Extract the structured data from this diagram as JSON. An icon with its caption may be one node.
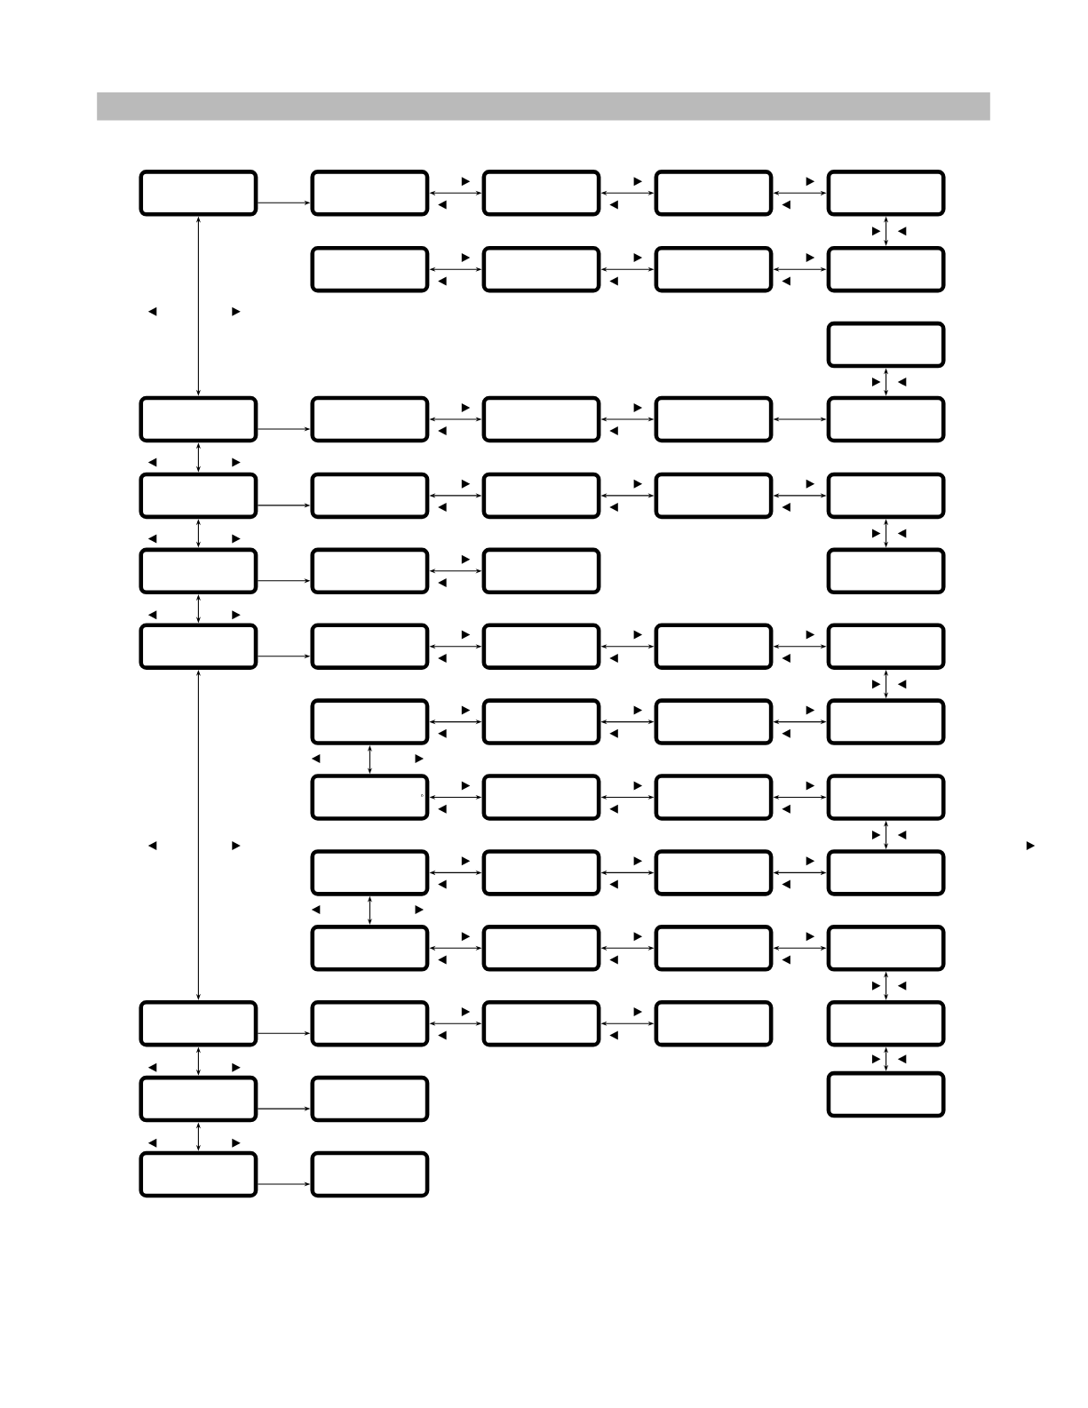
{
  "diagram": {
    "nodes": [
      {
        "text": [],
        "shape": "box"
      },
      {
        "text": [],
        "shape": "box"
      },
      {
        "text": [],
        "shape": "box"
      },
      {
        "text": [],
        "shape": "box"
      },
      {
        "text": [],
        "shape": "box"
      },
      {
        "text": [],
        "shape": "box"
      },
      {
        "text": [],
        "shape": "box"
      },
      {
        "text": [],
        "shape": "box"
      },
      {
        "text": [],
        "shape": "box"
      },
      {
        "text": [],
        "shape": "box"
      },
      {
        "text": [],
        "shape": "box"
      },
      {
        "text": [],
        "shape": "box"
      },
      {
        "text": [],
        "shape": "box"
      },
      {
        "text": [],
        "shape": "box"
      },
      {
        "text": [],
        "shape": "box"
      },
      {
        "text": [],
        "shape": "box"
      },
      {
        "text": [],
        "shape": "box"
      },
      {
        "text": [],
        "shape": "box"
      },
      {
        "text": [],
        "shape": "box"
      },
      {
        "text": [],
        "shape": "box"
      },
      {
        "text": [],
        "shape": "box"
      },
      {
        "text": [],
        "shape": "box"
      },
      {
        "text": [],
        "shape": "box"
      },
      {
        "text": [],
        "shape": "box"
      },
      {
        "text": [],
        "shape": "box"
      },
      {
        "text": [],
        "shape": "box"
      },
      {
        "text": [],
        "shape": "box"
      },
      {
        "text": [],
        "shape": "box"
      },
      {
        "text": [],
        "shape": "box"
      },
      {
        "text": [],
        "shape": "box"
      },
      {
        "text": [],
        "shape": "box"
      },
      {
        "text": [],
        "shape": "box"
      },
      {
        "text": [],
        "shape": "box"
      },
      {
        "text": [
          "°"
        ]
      },
      {
        "text": [],
        "shape": "box"
      },
      {
        "text": [],
        "shape": "box"
      },
      {
        "text": [],
        "shape": "box"
      },
      {
        "text": [],
        "shape": "box"
      },
      {
        "text": [],
        "shape": "box"
      },
      {
        "text": [],
        "shape": "box"
      },
      {
        "text": [],
        "shape": "box"
      },
      {
        "text": [],
        "shape": "box"
      },
      {
        "text": [],
        "shape": "box"
      },
      {
        "text": [],
        "shape": "box"
      },
      {
        "text": [],
        "shape": "box"
      },
      {
        "text": [],
        "shape": "box"
      },
      {
        "text": [],
        "shape": "box"
      },
      {
        "text": [],
        "shape": "box"
      },
      {
        "text": [],
        "shape": "box"
      },
      {
        "text": [],
        "shape": "box"
      },
      {
        "text": [],
        "shape": "box"
      },
      {
        "text": [],
        "shape": "box"
      },
      {
        "text": [],
        "shape": "box"
      },
      {
        "text": [],
        "shape": "box"
      },
      {
        "text": [],
        "shape": "box"
      }
    ],
    "edges": [
      {
        "from": 0,
        "to": 1,
        "arrow": "to"
      },
      {
        "from": 1,
        "to": 2,
        "arrow": "both"
      },
      {
        "from": 2,
        "to": 3,
        "arrow": "both"
      },
      {
        "from": 3,
        "to": 4,
        "arrow": "both"
      },
      {
        "from": 4,
        "to": 8,
        "arrow": "both"
      },
      {
        "from": 5,
        "to": 6,
        "arrow": "both"
      },
      {
        "from": 6,
        "to": 7,
        "arrow": "both"
      },
      {
        "from": 7,
        "to": 8,
        "arrow": "both"
      },
      {
        "from": 9,
        "to": 14,
        "arrow": "both"
      },
      {
        "from": 0,
        "to": 10,
        "arrow": "both"
      },
      {
        "from": 10,
        "to": 15,
        "arrow": "both"
      },
      {
        "from": 15,
        "to": 20,
        "arrow": "both"
      },
      {
        "from": 20,
        "to": 24,
        "arrow": "both"
      },
      {
        "from": 24,
        "to": 45,
        "arrow": "both"
      },
      {
        "from": 45,
        "to": 50,
        "arrow": "both"
      },
      {
        "from": 50,
        "to": 53,
        "arrow": "both"
      },
      {
        "from": 10,
        "to": 11,
        "arrow": "to"
      },
      {
        "from": 11,
        "to": 12,
        "arrow": "both"
      },
      {
        "from": 12,
        "to": 13,
        "arrow": "both"
      },
      {
        "from": 13,
        "to": 14,
        "arrow": "both"
      },
      {
        "from": 15,
        "to": 16,
        "arrow": "to"
      },
      {
        "from": 16,
        "to": 17,
        "arrow": "both"
      },
      {
        "from": 17,
        "to": 18,
        "arrow": "both"
      },
      {
        "from": 18,
        "to": 19,
        "arrow": "both"
      },
      {
        "from": 19,
        "to": 23,
        "arrow": "both"
      },
      {
        "from": 20,
        "to": 21,
        "arrow": "to"
      },
      {
        "from": 21,
        "to": 22,
        "arrow": "both"
      },
      {
        "from": 24,
        "to": 25,
        "arrow": "to"
      },
      {
        "from": 25,
        "to": 26,
        "arrow": "both"
      },
      {
        "from": 26,
        "to": 27,
        "arrow": "both"
      },
      {
        "from": 27,
        "to": 28,
        "arrow": "both"
      },
      {
        "from": 28,
        "to": 32,
        "arrow": "both"
      },
      {
        "from": 29,
        "to": 30,
        "arrow": "both"
      },
      {
        "from": 30,
        "to": 31,
        "arrow": "both"
      },
      {
        "from": 31,
        "to": 32,
        "arrow": "both"
      },
      {
        "from": 29,
        "to": 33,
        "arrow": "both"
      },
      {
        "from": 33,
        "to": 34,
        "arrow": "both"
      },
      {
        "from": 34,
        "to": 35,
        "arrow": "both"
      },
      {
        "from": 35,
        "to": 36,
        "arrow": "both"
      },
      {
        "from": 36,
        "to": 40,
        "arrow": "both"
      },
      {
        "from": 37,
        "to": 38,
        "arrow": "both"
      },
      {
        "from": 38,
        "to": 39,
        "arrow": "both"
      },
      {
        "from": 39,
        "to": 40,
        "arrow": "both"
      },
      {
        "from": 37,
        "to": 41,
        "arrow": "both"
      },
      {
        "from": 41,
        "to": 42,
        "arrow": "both"
      },
      {
        "from": 42,
        "to": 43,
        "arrow": "both"
      },
      {
        "from": 43,
        "to": 44,
        "arrow": "both"
      },
      {
        "from": 44,
        "to": 49,
        "arrow": "both"
      },
      {
        "from": 45,
        "to": 46,
        "arrow": "to"
      },
      {
        "from": 46,
        "to": 47,
        "arrow": "both"
      },
      {
        "from": 47,
        "to": 48,
        "arrow": "both"
      },
      {
        "from": 49,
        "to": 52,
        "arrow": "both"
      },
      {
        "from": 50,
        "to": 51,
        "arrow": "to"
      },
      {
        "from": 53,
        "to": 54,
        "arrow": "to"
      }
    ]
  }
}
